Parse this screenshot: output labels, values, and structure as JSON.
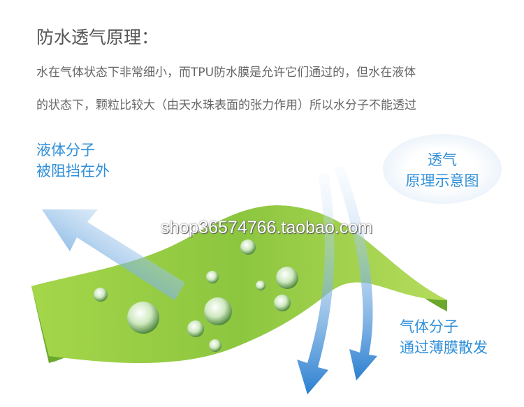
{
  "title": "防水透气原理：",
  "paragraph_lines": [
    "水在气体状态下非常细小，而TPU防水膜是允许它们通过的，但水在液体",
    "的状态下，颗粒比较大（由天水珠表面的张力作用）所以水分子不能透过"
  ],
  "liquid_label": [
    "液体分子",
    "被阻挡在外"
  ],
  "bubble_label": [
    "透气",
    "原理示意图"
  ],
  "gas_label": [
    "气体分子",
    "通过薄膜散发"
  ],
  "watermark": "shop36574766.taobao.com",
  "colors": {
    "membrane": "#8cc63f",
    "accent": "#2f8fd8",
    "arrow": "#4a9be0"
  }
}
